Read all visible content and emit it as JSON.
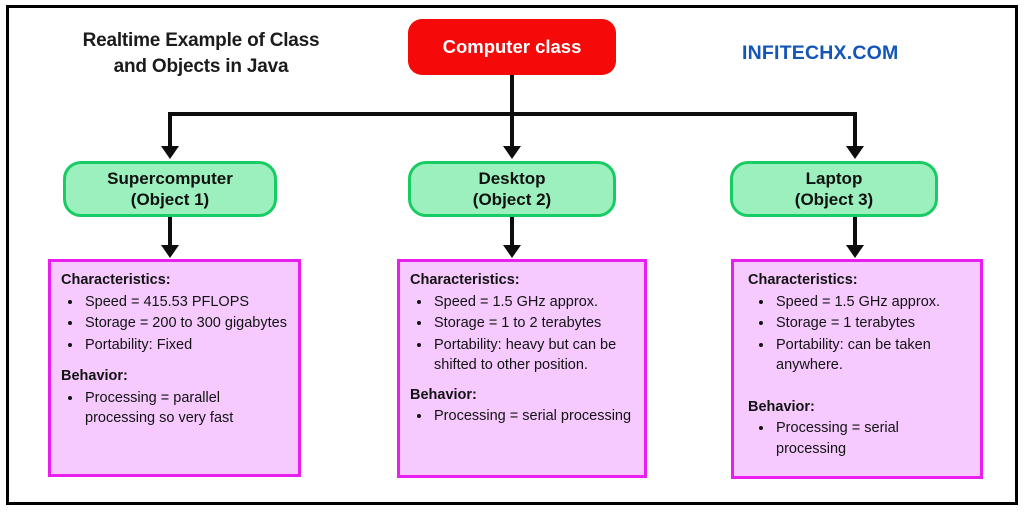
{
  "header": {
    "title": "Realtime Example of Class and Objects in Java",
    "title_line1": "Realtime Example of Class",
    "title_line2": "and Objects in Java",
    "brand": "INFITECHX.COM",
    "brand_color": "#1455b8"
  },
  "root_node": {
    "label": "Computer class",
    "fill": "#f50909",
    "text_color": "#ffffff"
  },
  "palette": {
    "object_fill": "#9cf0bd",
    "object_border": "#17cc63",
    "detail_fill": "#f6caff",
    "detail_border": "#e81ff0",
    "connector": "#0d0d0d",
    "frame": "#000000"
  },
  "columns": [
    {
      "object": {
        "name": "Supercomputer",
        "index": "(Object 1)"
      },
      "details": {
        "characteristics_heading": "Characteristics:",
        "characteristics": [
          "Speed = 415.53 PFLOPS",
          "Storage = 200 to 300 gigabytes",
          "Portability: Fixed"
        ],
        "behavior_heading": "Behavior:",
        "behavior": [
          "Processing = parallel processing so very fast"
        ]
      }
    },
    {
      "object": {
        "name": "Desktop",
        "index": "(Object 2)"
      },
      "details": {
        "characteristics_heading": "Characteristics:",
        "characteristics": [
          "Speed = 1.5 GHz approx.",
          "Storage = 1 to 2 terabytes",
          "Portability: heavy but can be shifted to other position."
        ],
        "behavior_heading": "Behavior:",
        "behavior": [
          "Processing = serial processing"
        ]
      }
    },
    {
      "object": {
        "name": "Laptop",
        "index": "(Object 3)"
      },
      "details": {
        "characteristics_heading": "Characteristics:",
        "characteristics": [
          "Speed = 1.5 GHz approx.",
          "Storage = 1 terabytes",
          "Portability: can be taken anywhere."
        ],
        "behavior_heading": "Behavior:",
        "behavior": [
          "Processing = serial processing"
        ]
      }
    }
  ]
}
